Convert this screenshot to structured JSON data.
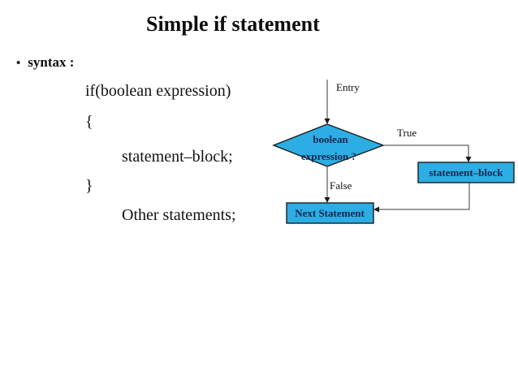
{
  "slide": {
    "title": "Simple if statement",
    "bullet": {
      "marker": "•",
      "label": "syntax :"
    },
    "code": {
      "line1": "if(boolean expression)",
      "line2": "{",
      "line3": "statement–block;",
      "line4": "}",
      "line5": "Other statements;"
    }
  },
  "flowchart": {
    "entry_label": "Entry",
    "true_label": "True",
    "false_label": "False",
    "decision": {
      "line1": "boolean",
      "line2": "expression ?"
    },
    "statement_block_label": "statement–block",
    "next_statement_label": "Next Statement",
    "colors": {
      "node_fill": "#2cade4",
      "node_border": "#1c1c1c",
      "node_text": "#17264f",
      "connector_line": "#3a3a3a",
      "label_text": "#111111",
      "background": "#ffffff"
    }
  }
}
